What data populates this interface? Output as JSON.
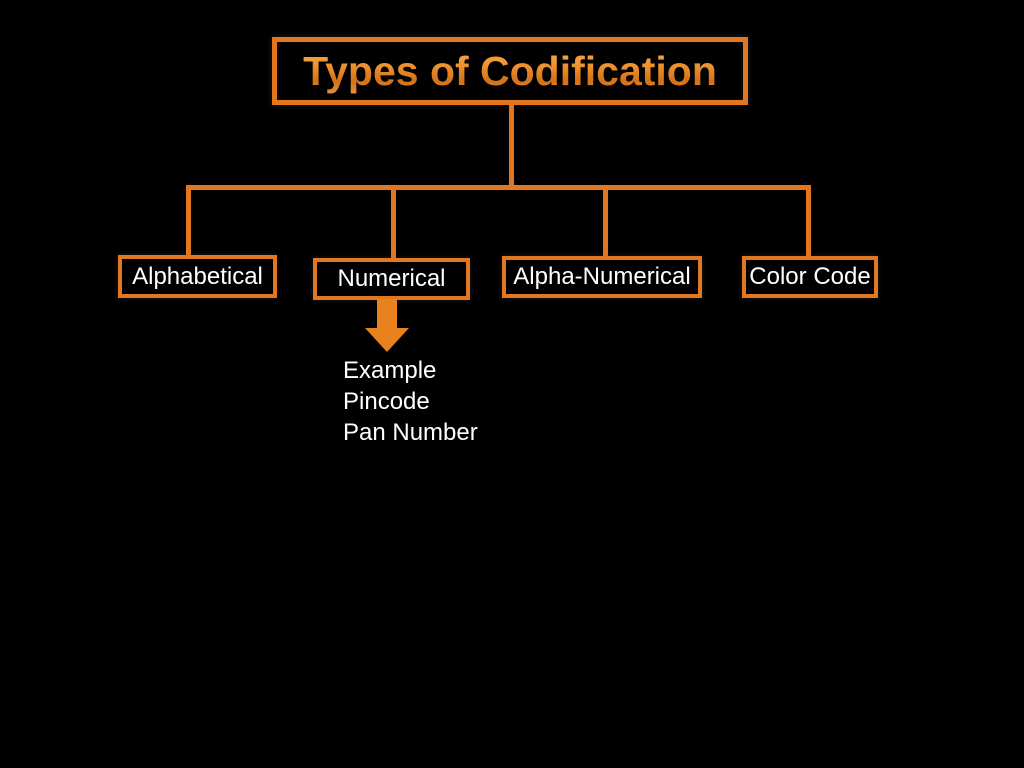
{
  "slide": {
    "title": "Types of Codification",
    "categories": [
      {
        "label": "Alphabetical"
      },
      {
        "label": "Numerical"
      },
      {
        "label": "Alpha-Numerical"
      },
      {
        "label": "Color Code"
      }
    ],
    "example": {
      "lines": [
        "Example",
        "Pincode",
        "Pan Number"
      ]
    },
    "icons": {
      "down_arrow": "thick-down-arrow"
    },
    "colors": {
      "background": "#000000",
      "accent_orange": "#E2771F",
      "arrow_orange": "#E8821E",
      "title_gradient_top": "#F6AC4E",
      "title_gradient_bottom": "#D1711A",
      "label_text": "#FFFFFF"
    }
  }
}
